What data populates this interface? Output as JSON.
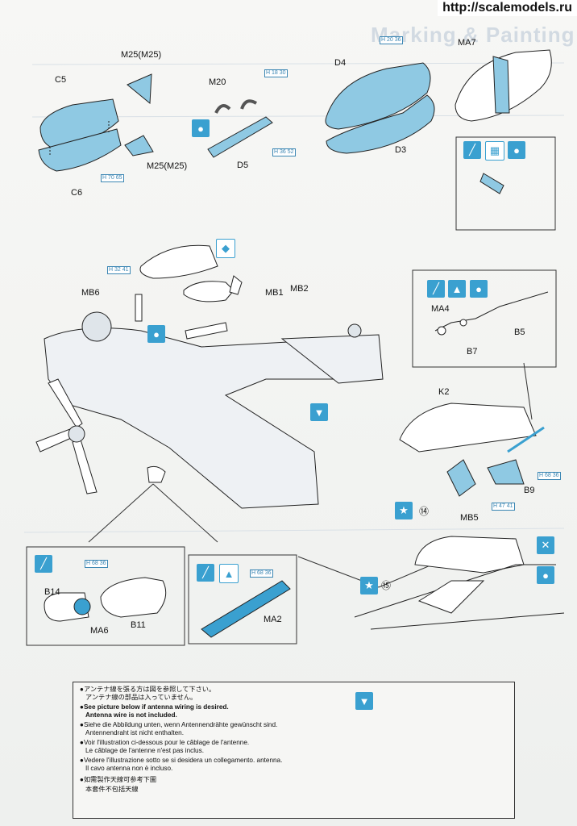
{
  "watermark": "http://scalemodels.ru",
  "bleed_title": "Marking & Painting",
  "labels": {
    "c5": "C5",
    "c6": "C6",
    "m25_top": "M25(M25)",
    "m25_bottom": "M25(M25)",
    "m20": "M20",
    "d5": "D5",
    "d4": "D4",
    "d3": "D3",
    "ma7": "MA7",
    "mb6": "MB6",
    "mb1": "MB1",
    "mb2": "MB2",
    "ma4": "MA4",
    "b7": "B7",
    "b5": "B5",
    "k2": "K2",
    "b9": "B9",
    "mb5": "MB5",
    "step14": "⑭",
    "step15": "⑮",
    "b14": "B14",
    "ma6": "MA6",
    "b11": "B11",
    "ma2": "MA2"
  },
  "hrefs": {
    "c5": "H 70 65",
    "m20": "H 18 30",
    "d5": "H 36 52",
    "d4": "H 20 36",
    "mb6": "H 32 41",
    "b9": "H 68 36",
    "b9b": "H 47 41",
    "ma6": "H 68 36",
    "ma2": "H 68 36"
  },
  "notes": [
    {
      "text": "アンテナ線を張る方は図を参照して下さい。",
      "bullet": "●"
    },
    {
      "text": "アンテナ線の部品は入っていません。",
      "bullet": ""
    },
    {
      "text": "See picture below if antenna wiring is desired.",
      "bullet": "●"
    },
    {
      "text": "Antenna wire is not included.",
      "bullet": ""
    },
    {
      "text": "Siehe die Abbildung unten, wenn Antennendrähte gewünscht sind.",
      "bullet": "●"
    },
    {
      "text": "Antennendraht ist nicht enthalten.",
      "bullet": ""
    },
    {
      "text": "Voir l'illustration ci-dessous pour le câblage de l'antenne.",
      "bullet": "●"
    },
    {
      "text": "Le câblage de l'antenne n'est pas inclus.",
      "bullet": ""
    },
    {
      "text": "Vedere l'illustrazione sotto se si desidera un collegamento. antenna.",
      "bullet": "●"
    },
    {
      "text": "Il cavo antenna non è incluso.",
      "bullet": ""
    },
    {
      "text": "如需製作天線可参考下圖",
      "bullet": "●"
    },
    {
      "text": "本套件不包括天線",
      "bullet": ""
    }
  ],
  "colors": {
    "part_fill": "#8fc9e3",
    "accent": "#3aa0d0",
    "line": "#222222"
  }
}
